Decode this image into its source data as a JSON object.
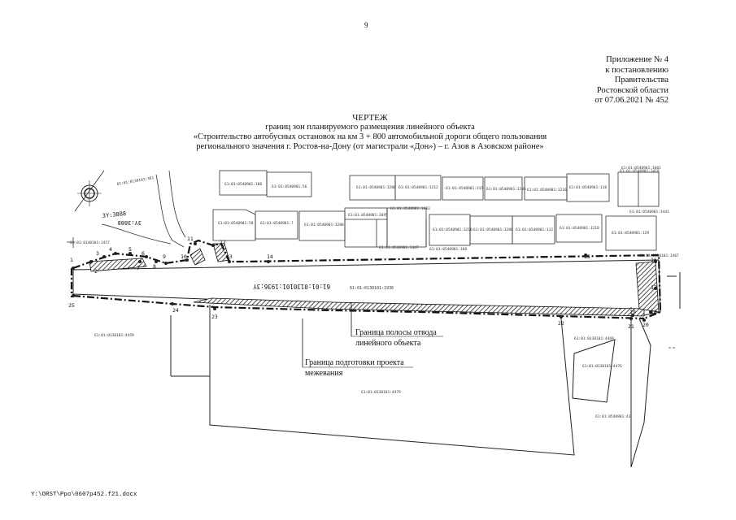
{
  "page_number": "9",
  "appendix": {
    "lines": [
      "Приложение № 4",
      "к постановлению",
      "Правительства",
      "Ростовской области",
      "от 07.06.2021 № 452"
    ]
  },
  "title": {
    "heading": "ЧЕРТЕЖ",
    "lines": [
      "границ зон планируемого размещения линейного объекта",
      "«Строительство автобусных остановок на км 3 + 800 автомобильной дороги общего пользования",
      "регионального значения г. Ростов-на-Дону (от магистрали «Дон») – г. Азов в Азовском районе»"
    ]
  },
  "legend": {
    "allotment_line1": "Граница полосы отвода",
    "allotment_line2": "линейного объекта",
    "survey_line1": "Граница подготовки проекта",
    "survey_line2": "межевания"
  },
  "drawing": {
    "main_road_label": "61:01:0130101:1936",
    "road_axis_label": "61:01:0130101:1936:3Y",
    "zone_labels": [
      "3Y:3888",
      "3Y:3888"
    ],
    "points": [
      "1",
      "2",
      "3",
      "4",
      "5",
      "6",
      "7",
      "8",
      "9",
      "10",
      "11",
      "12",
      "13",
      "14",
      "15",
      "16",
      "17",
      "18",
      "19",
      "20",
      "21",
      "22",
      "23",
      "24",
      "25"
    ],
    "parcels": {
      "p1": "61:01:0130101:361",
      "p2": "61:01:0540901:108",
      "p3": "61:01:0540901:56",
      "p4": "61:01:0540901:3206",
      "p5": "61:01:0540901:3212",
      "p6": "61:01:0540901:315",
      "p7": "61:01:0540901:3206",
      "p8": "61:01:0540901:3216",
      "p9": "61:01:0540901:118",
      "p10": "61:01:0540901:3601",
      "p11": "61:01:0540901:58",
      "p12": "61:01:0540901:7",
      "p13": "61:01:0540901:3208",
      "p14": "61:01:0540901:2695",
      "p15": "61:01:0540901:3603",
      "p16": "61:01:0540901:3447",
      "p17": "61:01:0540901:368",
      "p18": "61:01:0540901:3210",
      "p19": "61:01:0540901:3208",
      "p20": "61:01:0540901:112",
      "p21": "61:01:0540901:3210",
      "p22": "61:01:0540901:3441",
      "p23": "61:01:0540901:129",
      "p24": "61:01:0130101:4459",
      "p25": "61:01:0130101:4479",
      "p26": "61:01:0130101:4476",
      "p27": "61:01:0540901:43",
      "p28": "61:01:0130101:1467",
      "p29": "61:01:0130101:4469",
      "p30": "61:01:0140101:1457",
      "p31": "61:01:0540901:3418"
    }
  },
  "footer": {
    "path": "Y:\\ORST\\Ppo\\0607p452.f21.docx"
  }
}
